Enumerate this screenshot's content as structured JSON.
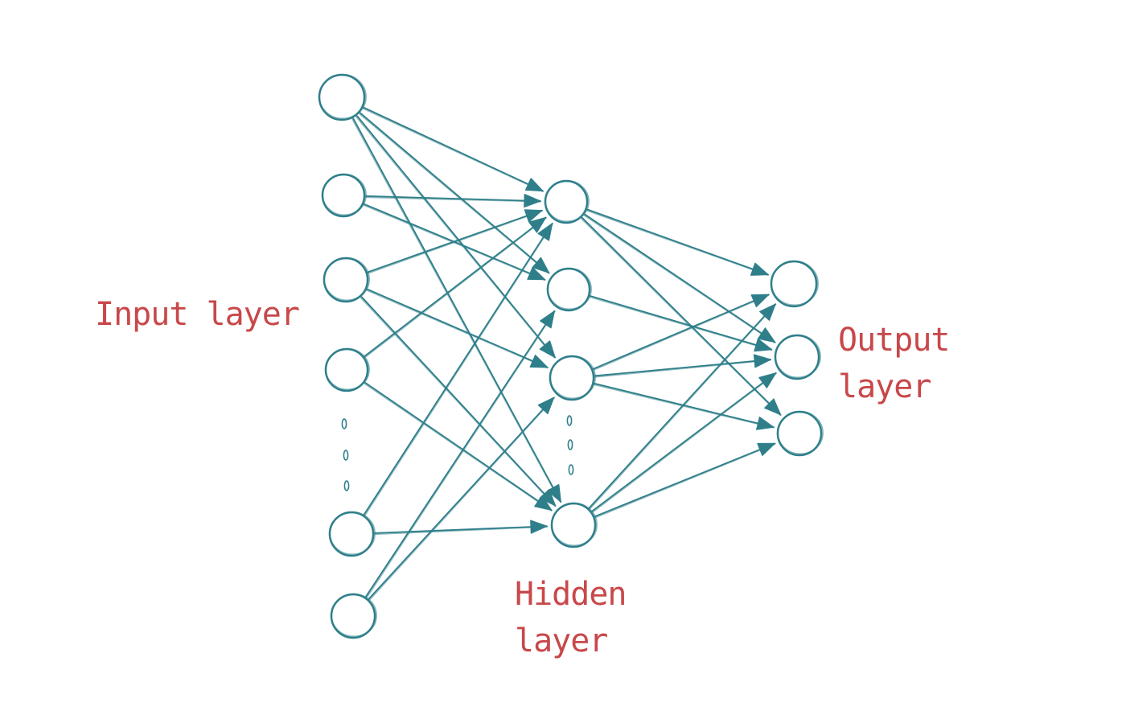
{
  "colors": {
    "network": "#2f7f8a",
    "label": "#c8484a",
    "background": "#ffffff"
  },
  "labels": {
    "input": "Input layer",
    "hidden": "Hidden layer",
    "output": "Output layer"
  },
  "layers": [
    {
      "name": "input",
      "nodes": [
        "i1",
        "i2",
        "i3",
        "i4",
        "i5",
        "i6"
      ],
      "ellipsis_after": "i4"
    },
    {
      "name": "hidden",
      "nodes": [
        "h1",
        "h2",
        "h3",
        "h4"
      ],
      "ellipsis_after": "h3"
    },
    {
      "name": "output",
      "nodes": [
        "o1",
        "o2",
        "o3"
      ]
    }
  ],
  "connections": [
    [
      "i1",
      "h1"
    ],
    [
      "i1",
      "h2"
    ],
    [
      "i1",
      "h3"
    ],
    [
      "i1",
      "h4"
    ],
    [
      "i2",
      "h1"
    ],
    [
      "i2",
      "h2"
    ],
    [
      "i3",
      "h1"
    ],
    [
      "i3",
      "h3"
    ],
    [
      "i3",
      "h4"
    ],
    [
      "i4",
      "h1"
    ],
    [
      "i4",
      "h4"
    ],
    [
      "i5",
      "h1"
    ],
    [
      "i5",
      "h4"
    ],
    [
      "i6",
      "h2"
    ],
    [
      "i6",
      "h3"
    ],
    [
      "h1",
      "o1"
    ],
    [
      "h1",
      "o2"
    ],
    [
      "h1",
      "o3"
    ],
    [
      "h2",
      "o2"
    ],
    [
      "h3",
      "o1"
    ],
    [
      "h3",
      "o2"
    ],
    [
      "h3",
      "o3"
    ],
    [
      "h4",
      "o1"
    ],
    [
      "h4",
      "o2"
    ],
    [
      "h4",
      "o3"
    ]
  ]
}
